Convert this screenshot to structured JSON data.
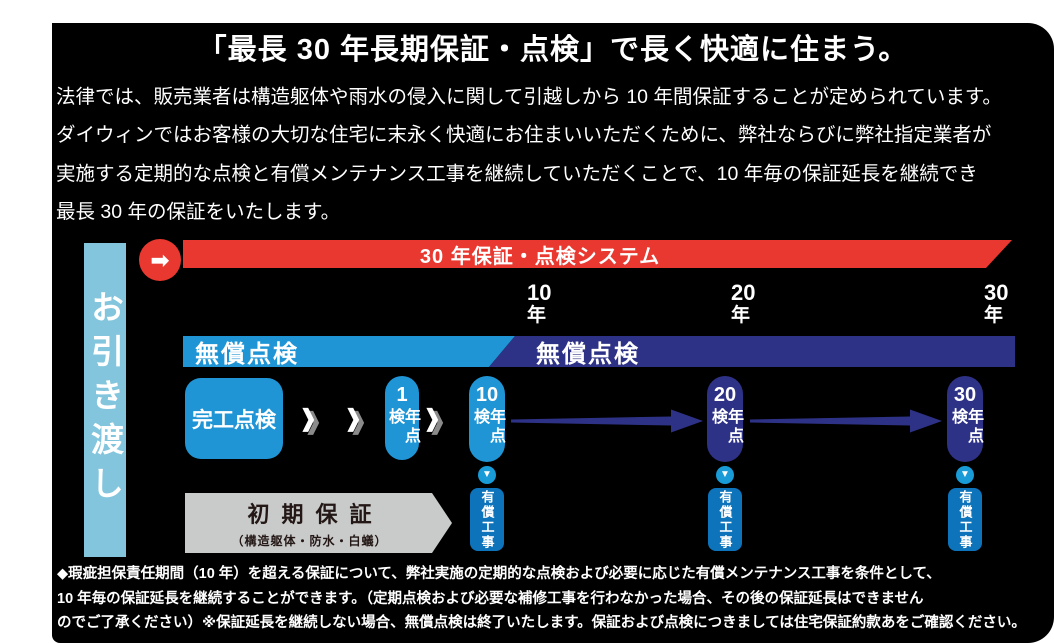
{
  "colors": {
    "panel": "#000000",
    "red": "#e8382f",
    "light_blue": "#2095d5",
    "navy": "#2e3286",
    "paid_blue": "#0d73bb",
    "marker_blue": "#189bd7",
    "handover_blue": "#82c5dc",
    "gray": "#c9caca",
    "dark_text": "#231815",
    "white": "#ffffff"
  },
  "title": "「最長 30 年長期保証・点検」で長く快適に住まう。",
  "intro": {
    "line1": "法律では、販売業者は構造躯体や雨水の侵入に関して引越しから 10 年間保証することが定められています。",
    "line2": "ダイウィンではお客様の大切な住宅に末永く快適にお住まいいただくために、弊社ならびに弊社指定業者が",
    "line3": "実施する定期的な点検と有償メンテナンス工事を継続していただくことで、10 年毎の保証延長を継続でき",
    "line4": "最長 30 年の保証をいたします。"
  },
  "handover": {
    "label": "お引き渡し"
  },
  "icons": {
    "right_arrow": "➡",
    "chevron": "❱",
    "down_triangle": "▼"
  },
  "banner": {
    "label": "30 年保証・点検システム"
  },
  "timeline": {
    "year10": {
      "num": "10",
      "unit": "年"
    },
    "year20": {
      "num": "20",
      "unit": "年"
    },
    "year30": {
      "num": "30",
      "unit": "年"
    }
  },
  "bars": {
    "free_light": "無償点検",
    "free_dark": "無償点検"
  },
  "inspections": {
    "completion": "完工点検",
    "pill1": {
      "num": "1",
      "rest": "年点検"
    },
    "pill10": {
      "num": "10",
      "rest": "年点検"
    },
    "pill20": {
      "num": "20",
      "rest": "年点検"
    },
    "pill30": {
      "num": "30",
      "rest": "年点検"
    }
  },
  "paid_work": {
    "label": "有償工事"
  },
  "initial_warranty": {
    "title": "初期保証",
    "subtitle": "（構造躯体・防水・白蟻）"
  },
  "footnote": {
    "line1": "◆瑕疵担保責任期間（10 年）を超える保証について、弊社実施の定期的な点検および必要に応じた有償メンテナンス工事を条件として、",
    "line2": "10 年毎の保証延長を継続することができます。（定期点検および必要な補修工事を行わなかった場合、その後の保証延長はできません",
    "line3": "のでご了承ください）※保証延長を継続しない場合、無償点検は終了いたします。保証および点検につきましては住宅保証約款あをご確認ください。"
  }
}
